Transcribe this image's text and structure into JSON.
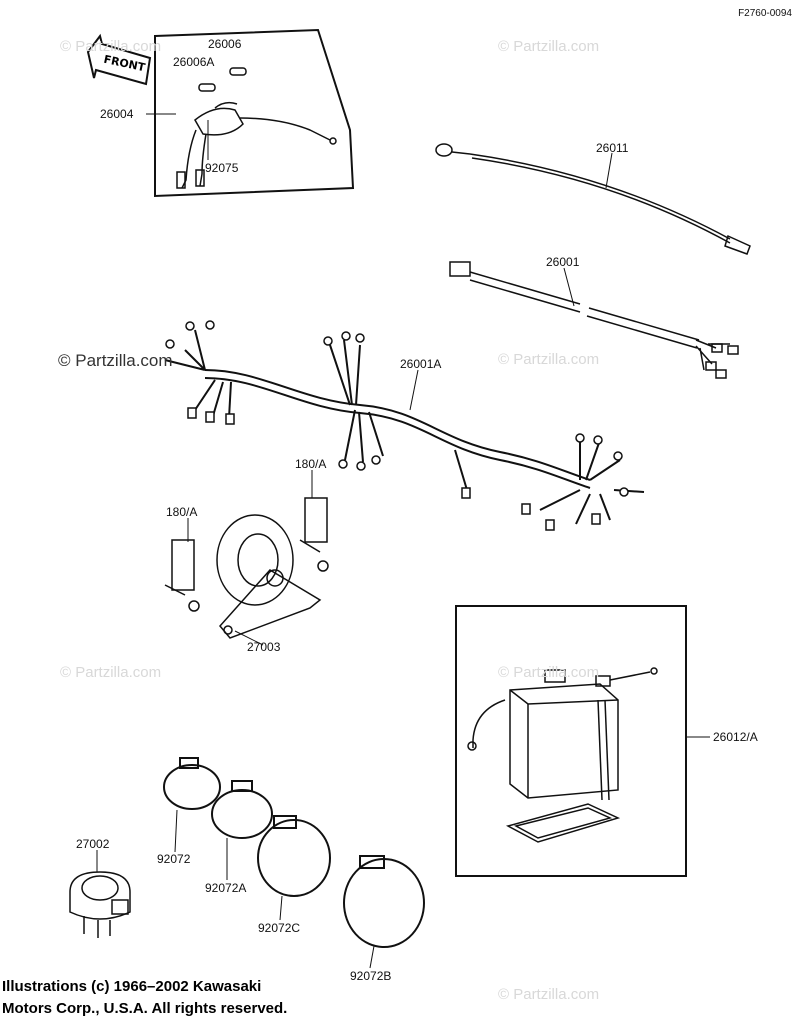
{
  "figure_code": "F2760-0094",
  "front_label": "FRONT",
  "watermark": "© Partzilla.com",
  "copyright": {
    "line1": "Illustrations (c) 1966–2002 Kawasaki",
    "line2": "Motors Corp., U.S.A.  All rights reserved."
  },
  "parts": {
    "p26006": "26006",
    "p26006A": "26006A",
    "p26004": "26004",
    "p92075": "92075",
    "p26011": "26011",
    "p26001": "26001",
    "p26001A": "26001A",
    "p180A_right": "180/A",
    "p180A_left": "180/A",
    "p27003": "27003",
    "p26012A": "26012/A",
    "p27002": "27002",
    "p92072": "92072",
    "p92072A": "92072A",
    "p92072C": "92072C",
    "p92072B": "92072B"
  }
}
